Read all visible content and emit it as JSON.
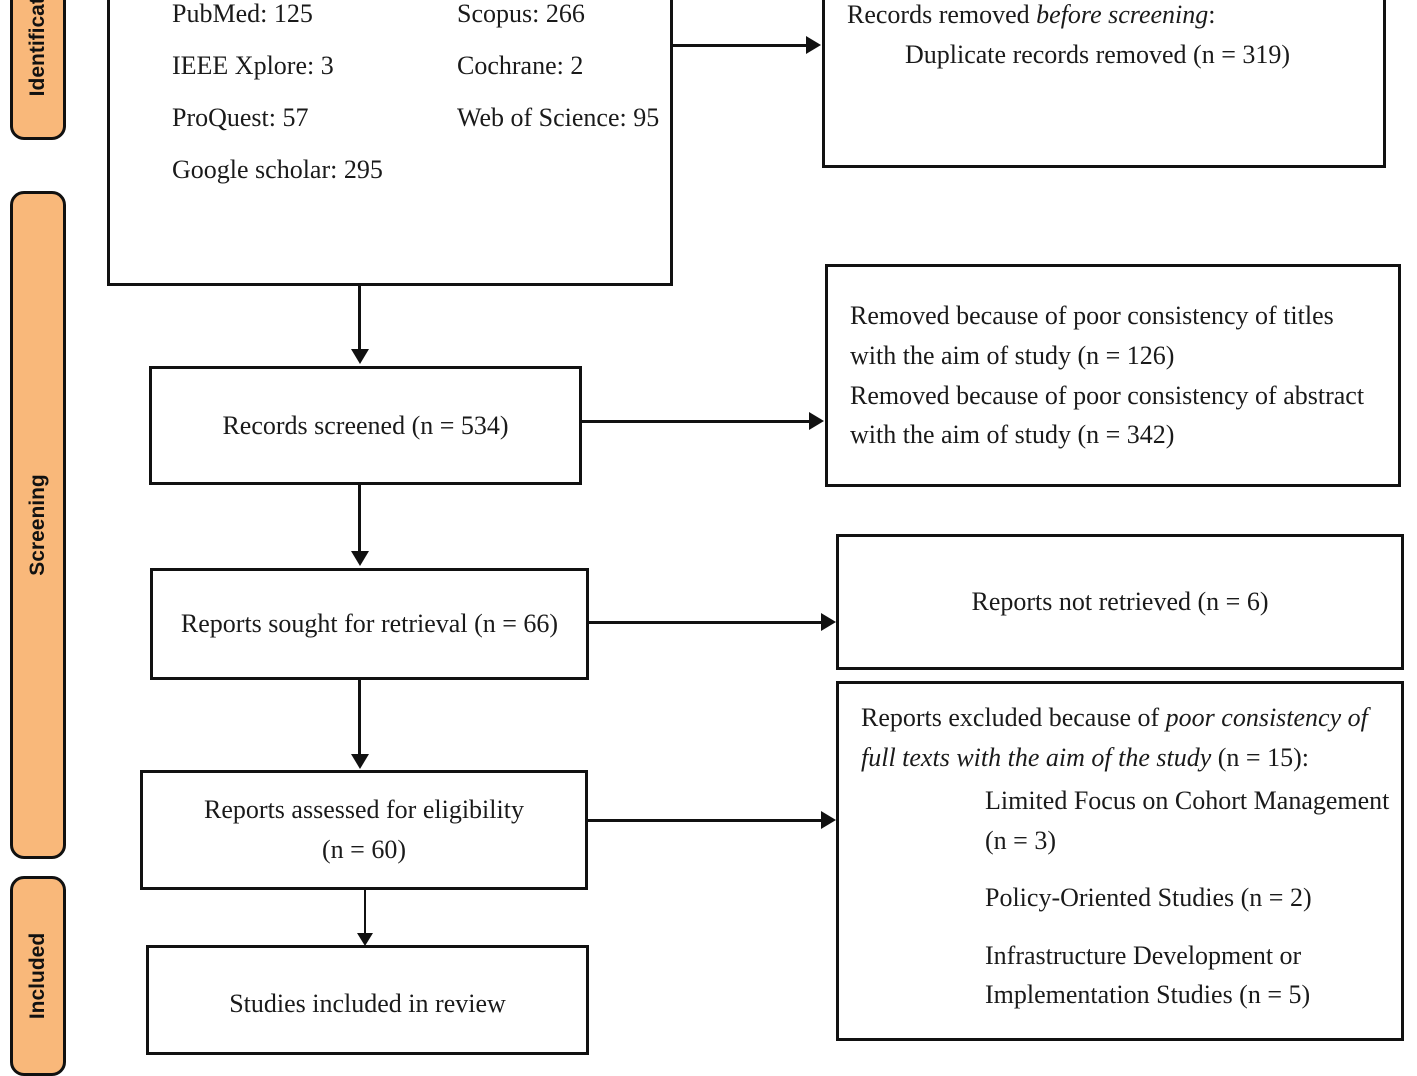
{
  "diagram": {
    "type": "prisma-flow-diagram",
    "stages": [
      {
        "id": "identification",
        "label": "Identification"
      },
      {
        "id": "screening",
        "label": "Screening"
      },
      {
        "id": "included",
        "label": "Included"
      }
    ],
    "boxes": {
      "records_identified": {
        "name": "records-identified-from-databases",
        "sources": [
          {
            "label": "PubMed: 125"
          },
          {
            "label": "Scopus: 266"
          },
          {
            "label": "IEEE Xplore: 3"
          },
          {
            "label": "Cochrane: 2"
          },
          {
            "label": "ProQuest: 57"
          },
          {
            "label": "Web of Science: 95"
          },
          {
            "label": "Google scholar: 295"
          }
        ]
      },
      "records_removed": {
        "heading_prefix": "Records removed ",
        "heading_italic": "before screening",
        "heading_suffix": ":",
        "items": [
          "Duplicate records removed (n = 319)"
        ]
      },
      "records_screened": {
        "text": "Records screened (n = 534)"
      },
      "records_excluded": {
        "lines": [
          "Removed because of poor consistency of titles",
          "with the aim of study (n = 126)",
          "Removed because of poor consistency of abstract",
          "with the aim of study (n = 342)"
        ]
      },
      "reports_sought": {
        "text": "Reports sought for retrieval (n = 66)"
      },
      "reports_not_retrieved": {
        "text": "Reports not retrieved (n = 6)"
      },
      "reports_assessed": {
        "line1": "Reports assessed for eligibility",
        "line2": "(n = 60)"
      },
      "reports_excluded": {
        "heading_prefix": "Reports excluded because of ",
        "heading_italic_1": "poor consistency of",
        "heading_italic_2": "full texts with the aim of the study",
        "heading_suffix": " (n = 15):",
        "reasons": [
          "Limited Focus on Cohort Management",
          "(n = 3)",
          "Policy-Oriented Studies (n = 2)",
          "Infrastructure Development or",
          "Implementation Studies (n = 5)"
        ]
      },
      "studies_included": {
        "text": "Studies included in review"
      }
    },
    "colors": {
      "band_fill": "#F9B87A",
      "stroke": "#111111",
      "background": "#FFFFFF",
      "text": "#1A1A1A"
    }
  }
}
